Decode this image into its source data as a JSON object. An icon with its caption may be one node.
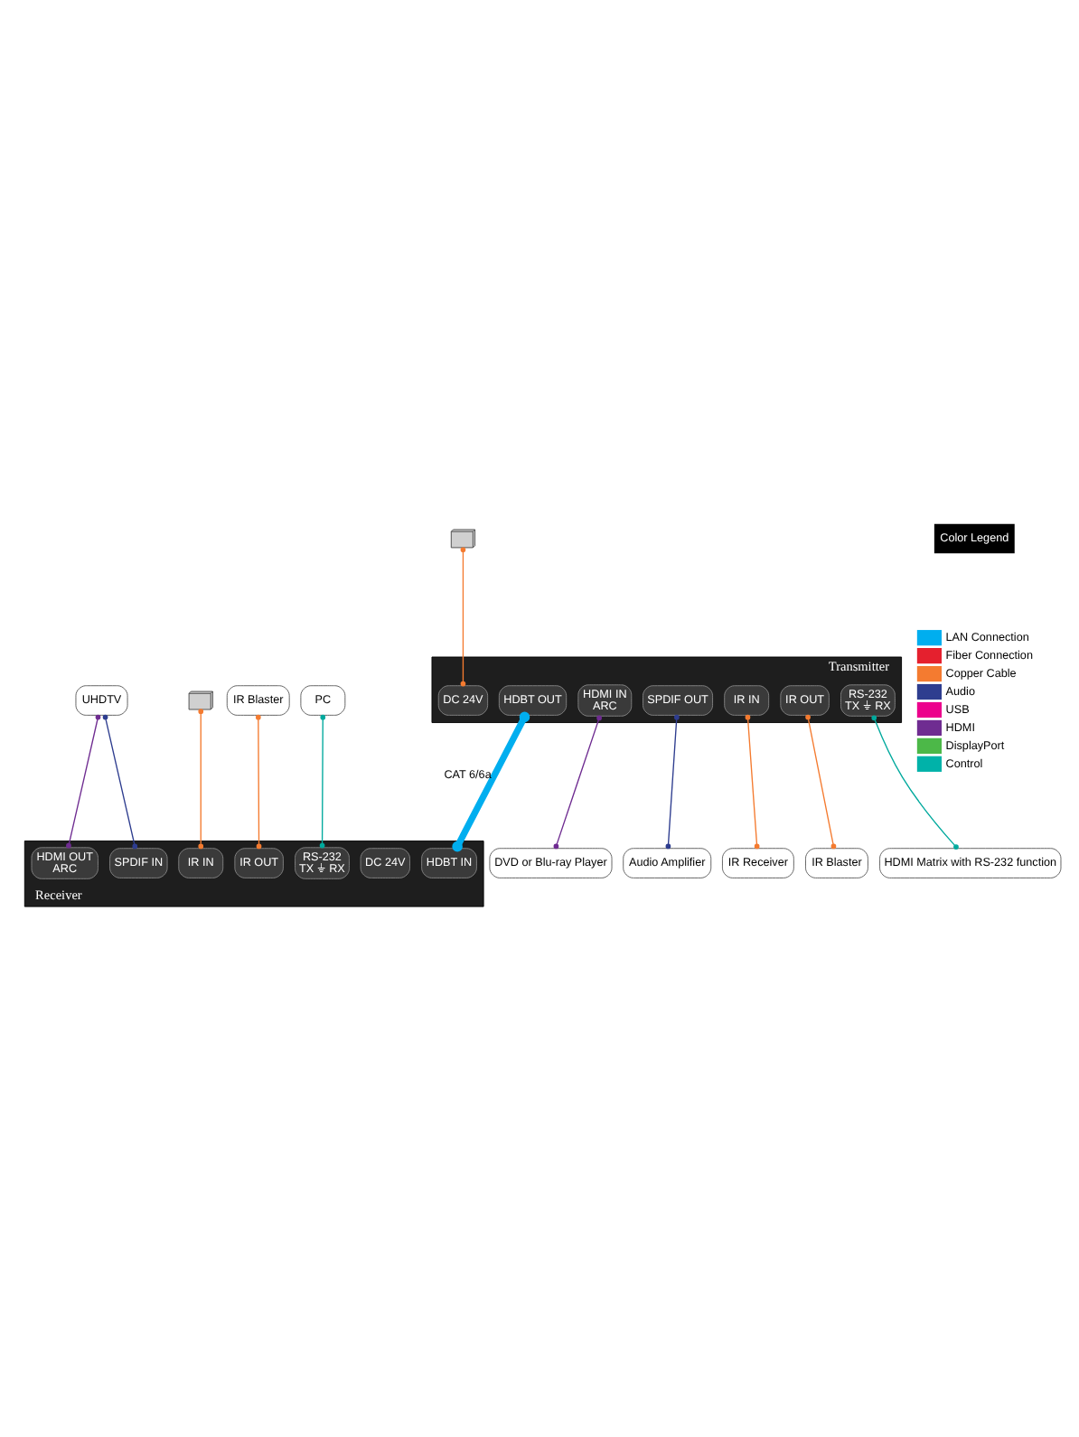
{
  "diagram": {
    "nodes": [
      {
        "text": [
          "Transmitter"
        ]
      },
      {
        "text": [
          "DC 24V"
        ],
        "in": 0
      },
      {
        "text": [
          "HDBT OUT"
        ],
        "in": 0
      },
      {
        "text": [
          "HDMI IN",
          "ARC"
        ],
        "in": 0
      },
      {
        "text": [
          "SPDIF OUT"
        ],
        "in": 0
      },
      {
        "text": [
          "IR IN"
        ],
        "in": 0
      },
      {
        "text": [
          "IR OUT"
        ],
        "in": 0
      },
      {
        "text": [
          "RS-232",
          "TX ⏚ RX"
        ],
        "in": 0
      },
      {
        "text": [
          "Receiver"
        ]
      },
      {
        "text": [
          "DC 24V"
        ],
        "in": 8
      },
      {
        "text": [
          "HDBT IN"
        ],
        "in": 8
      },
      {
        "text": [
          "HDMI OUT",
          "ARC"
        ],
        "in": 8
      },
      {
        "text": [
          "SPDIF IN"
        ],
        "in": 8
      },
      {
        "text": [
          "IR IN"
        ],
        "in": 8
      },
      {
        "text": [
          "IR OUT"
        ],
        "in": 8
      },
      {
        "text": [
          "RS-232",
          "TX ⏚ RX"
        ],
        "in": 8
      },
      {
        "text": [],
        "shape": "picture"
      },
      {
        "text": [
          "DVD or Blu-ray Player"
        ]
      },
      {
        "text": [
          "Audio Amplifier"
        ]
      },
      {
        "text": [
          "IR Receiver"
        ]
      },
      {
        "text": [
          "IR Blaster"
        ]
      },
      {
        "text": [
          "HDMI Matrix with RS-232 function"
        ]
      },
      {
        "text": [
          "UHDTV"
        ]
      },
      {
        "text": [],
        "shape": "picture"
      },
      {
        "text": [
          "IR Blaster"
        ]
      },
      {
        "text": [
          "PC"
        ]
      }
    ],
    "edges": [
      {
        "from": 16,
        "to": 1,
        "arrow": "other",
        "color": "#f47b30"
      },
      {
        "from": 2,
        "to": 10,
        "arrow": "other",
        "label": "CAT 6/6a",
        "style": "thick",
        "color": "#00aeef"
      },
      {
        "from": 3,
        "to": 17,
        "arrow": "other",
        "color": "#6f2c91"
      },
      {
        "from": 4,
        "to": 18,
        "arrow": "other",
        "color": "#2e3d8f"
      },
      {
        "from": 5,
        "to": 19,
        "arrow": "other",
        "color": "#f47b30"
      },
      {
        "from": 6,
        "to": 20,
        "arrow": "other",
        "color": "#f47b30"
      },
      {
        "from": 7,
        "to": 21,
        "arrow": "other",
        "color": "#00a99d"
      },
      {
        "from": 22,
        "to": 11,
        "arrow": "other",
        "color": "#6f2c91"
      },
      {
        "from": 22,
        "to": 12,
        "arrow": "other",
        "color": "#2e3d8f"
      },
      {
        "from": 23,
        "to": 13,
        "arrow": "other",
        "color": "#f47b30"
      },
      {
        "from": 24,
        "to": 14,
        "arrow": "other",
        "color": "#f47b30"
      },
      {
        "from": 25,
        "to": 15,
        "arrow": "other",
        "color": "#00a99d"
      }
    ],
    "labels": [
      "Color Legend"
    ],
    "legend": [
      {
        "text": "LAN Connection",
        "color": "#00aeef"
      },
      {
        "text": "Fiber Connection",
        "color": "#e5202e"
      },
      {
        "text": "Copper Cable",
        "color": "#f47b30"
      },
      {
        "text": "Audio",
        "color": "#2e3d8f"
      },
      {
        "text": "USB",
        "color": "#ec008c"
      },
      {
        "text": "HDMI",
        "color": "#6f2c91"
      },
      {
        "text": "DisplayPort",
        "color": "#4cb848"
      },
      {
        "text": "Control",
        "color": "#00b2a9"
      }
    ]
  }
}
